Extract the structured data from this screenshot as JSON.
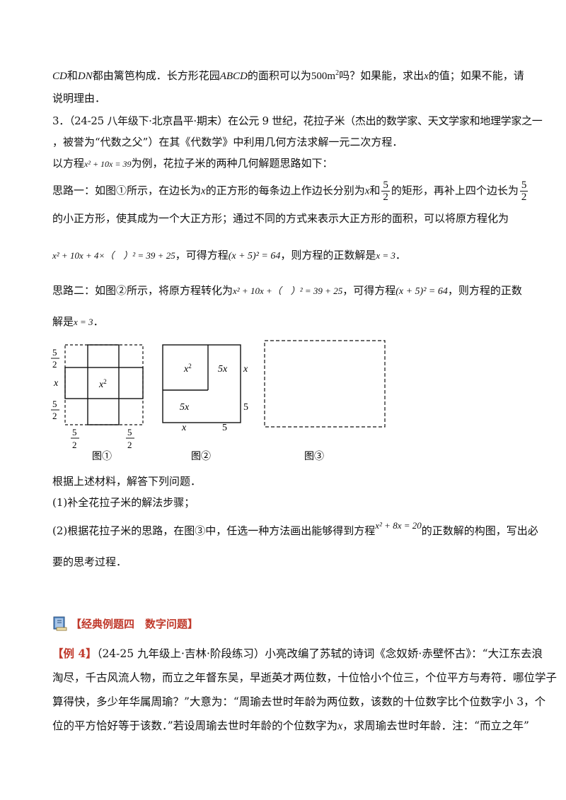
{
  "intro": {
    "line1_cd": "CD",
    "line1_and": "和",
    "line1_dn": "DN",
    "line1_mid": "都由篱笆构成．长方形花园",
    "line1_abcd": "ABCD",
    "line1_mid2": "的面积可以为",
    "line1_area": "500m",
    "line1_sup": "2",
    "line1_end": "吗？如果能，求出",
    "line1_x": "x",
    "line1_end2": "的值；如果不能，请",
    "line2": "说明理由．"
  },
  "q3": {
    "line1": "3．（24-25 八年级下·北京昌平·期末）在公元 9 世纪，花拉子米（杰出的数学家、天文学家和地理学家之一",
    "line2": "，被誉为“代数之父”）在其《代数学》中利用几何方法求解一元二次方程．",
    "line3_a": "以方程",
    "line3_eq": "x² + 10x = 39",
    "line3_b": "为例，花拉子米的两种几何解题思路如下：",
    "idea1_a": "思路一：如图①所示，在边长为",
    "idea1_x": "x",
    "idea1_b": "的正方形的每条边上作边长分别为",
    "idea1_x2": "x",
    "idea1_and": "和",
    "idea1_c": "的矩形，再补上四个边长为",
    "frac_num": "5",
    "frac_den": "2",
    "idea1_line2": "的小正方形，使其成为一个大正方形；通过不同的方式来表示大正方形的面积，可以将原方程化为",
    "idea1_eq_a": "x² + 10x + 4×（　）² = 39 + 25",
    "idea1_eq_b": "，可得方程",
    "idea1_eq_c": "(x + 5)² = 64",
    "idea1_eq_d": "，则方程的正数解是",
    "idea1_eq_e": "x = 3",
    "idea1_eq_f": "．",
    "idea2_a": "思路二：如图②所示，将原方程转化为",
    "idea2_eq": "x² + 10x +（　）² = 39 + 25",
    "idea2_b": "，可得方程",
    "idea2_eq2": "(x + 5)² = 64",
    "idea2_c": "，则方程的正数",
    "idea2_line2_a": "解是",
    "idea2_line2_eq": "x = 3",
    "idea2_line2_b": "．"
  },
  "figures": {
    "fig1_caption": "图①",
    "fig2_caption": "图②",
    "fig3_caption": "图③",
    "x_label": "x",
    "x2_label": "x²",
    "fivex_label": "5x",
    "five_label": "5",
    "frac_num": "5",
    "frac_den": "2"
  },
  "tasks": {
    "intro": "根据上述材料，解答下列问题．",
    "t1": "(1)补全花拉子米的解法步骤；",
    "t2_a": "(2)根据花拉子米的思路，在图③中，任选一种方法画出能够得到方程",
    "t2_eq": "x² + 8x = 20",
    "t2_b": "的正数解的构图，写出必",
    "t2_line2": "要的思考过程．"
  },
  "section": {
    "title": "【经典例题四　数字问题】",
    "icon": "book-icon",
    "accent": "#c0392b"
  },
  "example4": {
    "label": "【例 4】",
    "line1": "（24-25 九年级上·吉林·阶段练习）小亮改编了苏轼的诗词《念奴娇·赤壁怀古》：“大江东去浪",
    "line2": "淘尽，千古风流人物，而立之年督东吴，早逝英才两位数，十位恰小个位三，个位平方与寿符．哪位学子",
    "line3": "算得快，多少年华属周瑜？”大意为：“周瑜去世时年龄为两位数，该数的十位数字比个位数字小 3，个",
    "line4_a": "位的平方恰好等于该数．”若设周瑜去世时年龄的个位数字为",
    "line4_x": "x",
    "line4_b": "，求周瑜去世时年龄．注：“而立之年”"
  }
}
